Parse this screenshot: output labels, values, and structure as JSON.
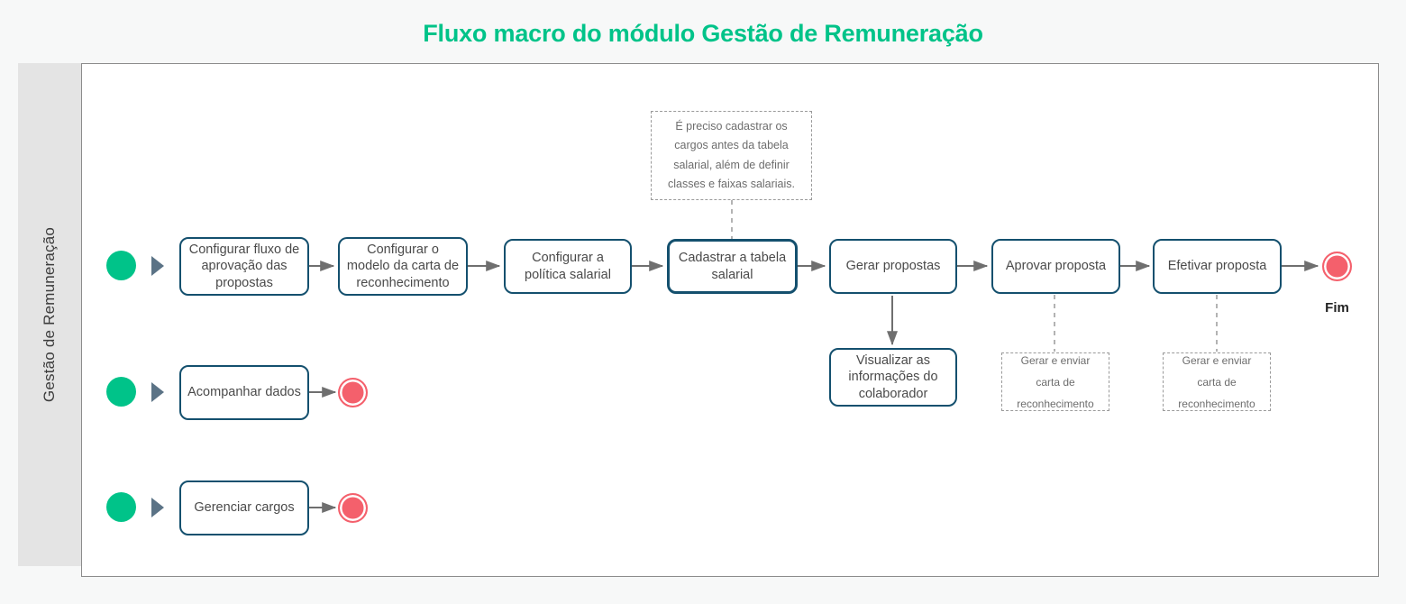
{
  "title": "Fluxo macro do módulo Gestão de Remuneração",
  "lane": {
    "label": "Gestão de Remuneração"
  },
  "colors": {
    "title": "#00c389",
    "start_event": "#00c389",
    "end_event": "#f4606c",
    "task_border": "#14506e",
    "connector": "#6f6f6f",
    "note_border": "#9a9a9a",
    "lane_band": "#e4e4e4",
    "page_background": "#f7f8f8"
  },
  "rows": [
    {
      "name": "row-main",
      "start_event": "start-event-1",
      "marker": "triangle-marker-1",
      "tasks": [
        "Configurar fluxo de aprovação das propostas",
        "Configurar o modelo da carta de reconhecimento",
        "Configurar a política salarial",
        "Cadastrar a tabela salarial",
        "Gerar propostas",
        "Aprovar proposta",
        "Efetivar proposta"
      ],
      "end_label": "Fim"
    },
    {
      "name": "row-acompanhar",
      "start_event": "start-event-2",
      "marker": "triangle-marker-2",
      "tasks": [
        "Acompanhar dados"
      ]
    },
    {
      "name": "row-cargos",
      "start_event": "start-event-3",
      "marker": "triangle-marker-3",
      "tasks": [
        "Gerenciar cargos"
      ]
    }
  ],
  "sub_tasks": [
    "Visualizar as informações do colaborador"
  ],
  "notes": [
    "É preciso cadastrar os cargos antes da tabela salarial, além de definir classes e faixas salariais.",
    "Gerar e enviar carta de reconhecimento",
    "Gerar e enviar carta de reconhecimento"
  ]
}
